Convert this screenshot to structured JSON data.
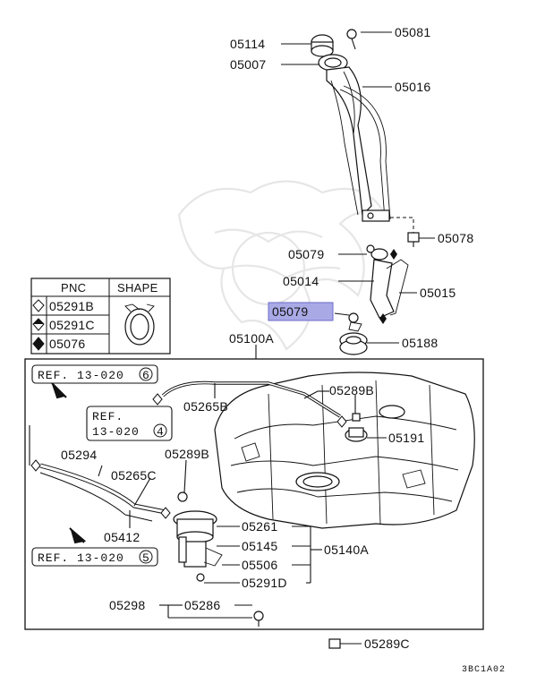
{
  "labels": {
    "p05114": "05114",
    "p05081": "05081",
    "p05007": "05007",
    "p05016": "05016",
    "p05079_top": "05079",
    "p05078": "05078",
    "p05014": "05014",
    "p05015": "05015",
    "p05079_hl": "05079",
    "p05188": "05188",
    "p05100A": "05100A",
    "p05289B_top": "05289B",
    "p05265B": "05265B",
    "p05191": "05191",
    "p05294": "05294",
    "p05265C": "05265C",
    "p05289B_mid": "05289B",
    "p05412": "05412",
    "p05261": "05261",
    "p05145": "05145",
    "p05140A": "05140A",
    "p05506": "05506",
    "p05291D": "05291D",
    "p05298": "05298",
    "p05286": "05286",
    "p05289C": "05289C"
  },
  "refs": {
    "ref1_text": "REF. 13-020",
    "ref1_num": "6",
    "ref2_line1": "REF.",
    "ref2_line2": "13-020",
    "ref2_num": "4",
    "ref3_text": "REF. 13-020",
    "ref3_num": "5"
  },
  "legend": {
    "col_pnc": "PNC",
    "col_shape": "SHAPE",
    "rows": [
      {
        "pnc": "05291B",
        "symbol": "open-diamond"
      },
      {
        "pnc": "05291C",
        "symbol": "half-diamond"
      },
      {
        "pnc": "05076",
        "symbol": "filled-diamond"
      }
    ]
  },
  "highlight_color": "#a9a9e6",
  "diagram_code": "3BC1A02"
}
